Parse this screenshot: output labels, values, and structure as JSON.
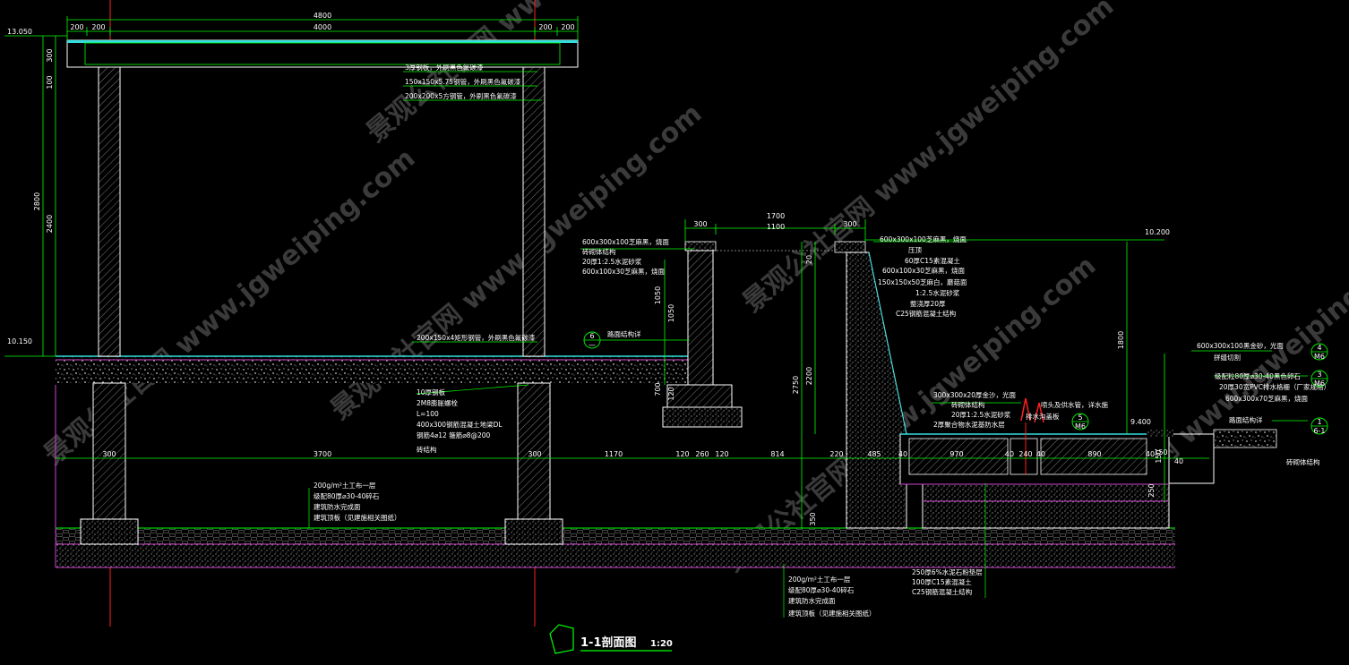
{
  "title": {
    "text": "1-1剖面图",
    "scale": "1:20"
  },
  "colors": {
    "background": "#000000",
    "line_green": "#00ff00",
    "axis_red": "#ff2020",
    "hatch_white": "#cfcfcf",
    "layer_magenta": "#cc44cc",
    "layer_cyan": "#33dddd",
    "water_red": "#ff2020"
  },
  "elevations": {
    "top_left": "13.050",
    "mid_left": "10.150",
    "right": "10.200",
    "small": "9.400"
  },
  "dims_top": {
    "overall": "4800",
    "left_200a": "200",
    "left_200b": "200",
    "span": "4000",
    "right_200a": "200",
    "right_200b": "200"
  },
  "dims_left": {
    "d300": "300",
    "d100": "100",
    "d2800": "2800",
    "d2400": "2400"
  },
  "dims_wall": {
    "w300": "300",
    "w1700": "1700",
    "w1100": "1100",
    "w300b": "300"
  },
  "dims_wall_v": {
    "v1050a": "1050",
    "v1050b": "1050",
    "v700": "700",
    "v120": "120",
    "v2200": "2200",
    "v2750": "2750",
    "v1800": "1800",
    "v350": "350",
    "v150": "150",
    "v250": "250",
    "v20": "20"
  },
  "dims_bottom": [
    "300",
    "3700",
    "300",
    "1170",
    "120",
    "260",
    "120",
    "814",
    "220",
    "485",
    "40",
    "970",
    "40",
    "240",
    "40",
    "890",
    "40",
    "150",
    "40"
  ],
  "notes_pergola": [
    "3厚钢板，外刷黑色氟碳漆",
    "150x150x5.75钢管，外刷黑色氟碳漆",
    "200x200x5方钢管，外刷黑色氟碳漆"
  ],
  "note_beam": "200x150x4矩形钢管，外刷黑色氟碳漆",
  "notes_footing": [
    "10厚钢板",
    "2M8膨胀螺栓",
    "L=100",
    "400x300钢筋混凝土地梁DL",
    "钢筋4⌀12 箍筋⌀8@200",
    "砖结构"
  ],
  "notes_ground_left": [
    "200g/m²土工布一层",
    "级配80厚⌀30-40碎石",
    "建筑防水完成面",
    "建筑顶板（见建施相关图纸）"
  ],
  "notes_wall_left": [
    "600x300x100芝麻黑，烧面",
    "砖砌体结构",
    "20厚1:2.5水泥砂浆",
    "600x100x30芝麻黑，烧面"
  ],
  "callout_wall": {
    "label": "路面结构详",
    "num": "6",
    "sheet": "—"
  },
  "notes_wall_right": [
    "600x300x100芝麻黑，烧面",
    "压顶",
    "60厚C15素混凝土",
    "600x100x30芝麻黑，烧面",
    "150x150x50芝麻白，蘑菇面",
    "1:2.5水泥砂浆",
    "整浇厚20厚",
    "C25钢筋混凝土结构"
  ],
  "notes_pool": [
    "300x300x20厚金沙，光面",
    "砖砌体结构",
    "20厚1:2.5水泥砂浆",
    "2厚聚合物水泥基防水层"
  ],
  "notes_pool_2": [
    "喷头及供水管，详水施",
    "排水沟盖板"
  ],
  "callout_pool": {
    "num": "5",
    "sheet": "M6"
  },
  "notes_right": [
    "600x300x100黑金砂，光面",
    "拼缝切割",
    "级配粒80厚⌀30-40黑色卵石",
    "20厚30宽PVC排水格栅（厂家规格）",
    "600x300x70芝麻黑，烧面",
    "路面结构详"
  ],
  "callouts_right": [
    {
      "num": "4",
      "sheet": "M6"
    },
    {
      "num": "3",
      "sheet": "M6"
    },
    {
      "num": "1",
      "sheet": "6-1"
    }
  ],
  "note_right_side": "砖砌体结构",
  "notes_ground_right": [
    "200g/m²土工布一层",
    "级配80厚⌀30-40碎石",
    "建筑防水完成面",
    "建筑顶板（见建施相关图纸）"
  ],
  "notes_pool_base": [
    "250厚6%水泥石粉垫层",
    "100厚C15素混凝土",
    "C25钢筋混凝土结构"
  ],
  "watermarks": [
    "景观公社官网 www.jgweiping.com",
    "景观公社官网 www.jgweiping.com",
    "景观公社官网 www.jgweiping.com",
    "景观公社官网 www.jgweiping.com",
    "景观公社官网 www.jgweiping.com",
    "景观公社官网 www.jgweiping.com"
  ]
}
